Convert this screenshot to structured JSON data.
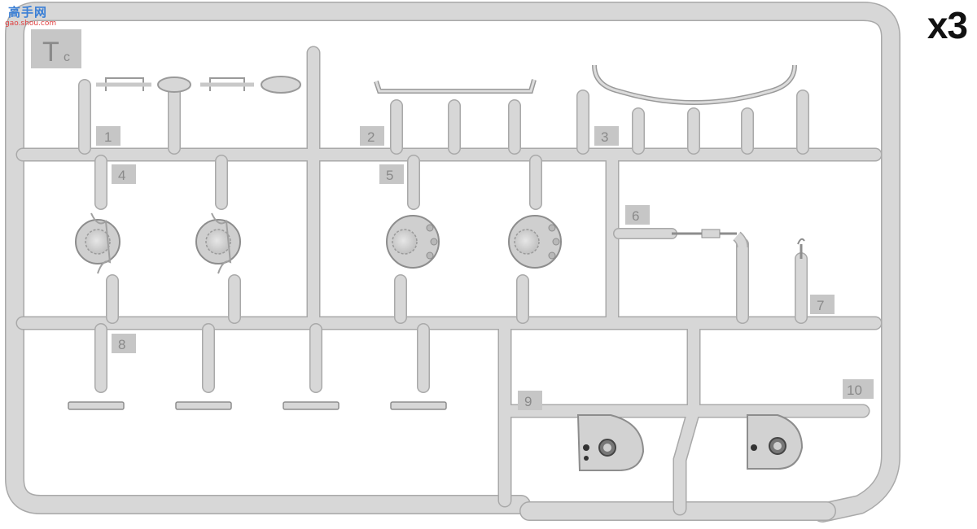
{
  "watermark": {
    "title": "高手网",
    "url": "gao.shou.com"
  },
  "sprue": {
    "code_letter": "T",
    "code_sub": "c",
    "quantity": "x3",
    "part_numbers": [
      "1",
      "2",
      "3",
      "4",
      "5",
      "6",
      "7",
      "8",
      "9",
      "10"
    ]
  },
  "colors": {
    "plastic": "#d7d7d7",
    "plastic_edge": "#a9a9a9",
    "tag": "#c6c6c6",
    "tag_text": "#8a8a8a",
    "background": "#ffffff"
  }
}
